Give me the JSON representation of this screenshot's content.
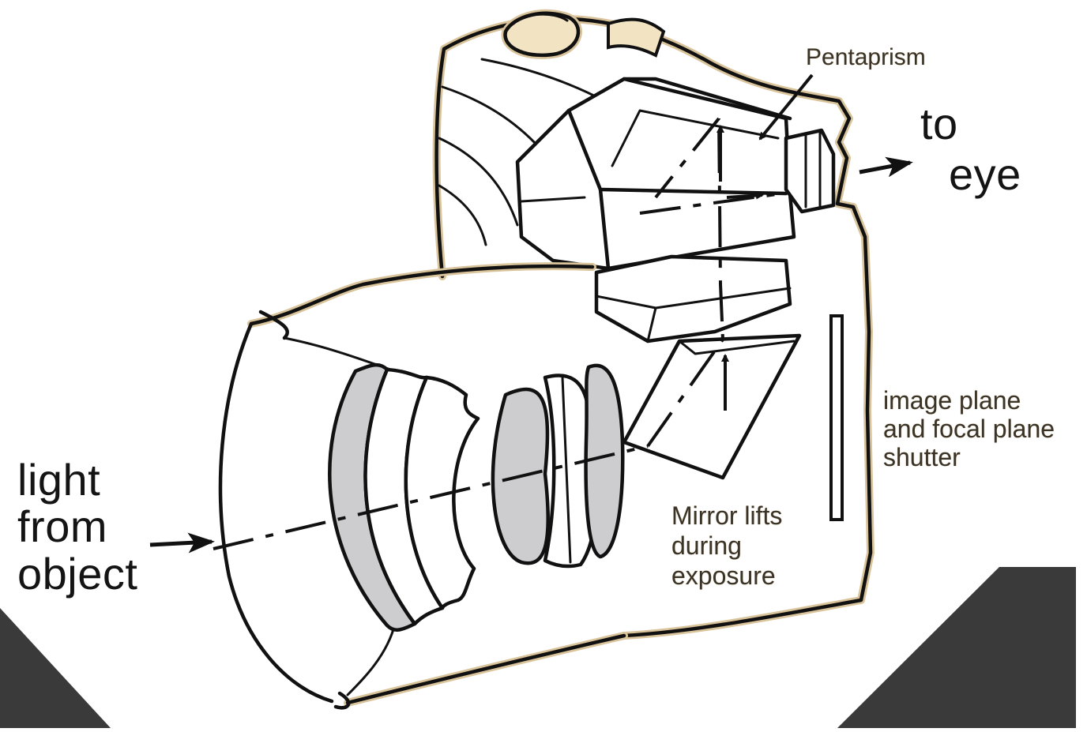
{
  "labels": {
    "pentaprism": "Pentaprism",
    "to_eye": [
      "to",
      "eye"
    ],
    "image_plane": [
      "image plane",
      "and focal plane",
      "shutter"
    ],
    "mirror": [
      "Mirror lifts",
      "during",
      "exposure"
    ],
    "light": [
      "light",
      "from",
      "object"
    ]
  },
  "colors": {
    "outline": "#111111",
    "lens_glass": "#cdcdd0",
    "halo": "#d9c49b",
    "frame": "#3a3a3a"
  }
}
